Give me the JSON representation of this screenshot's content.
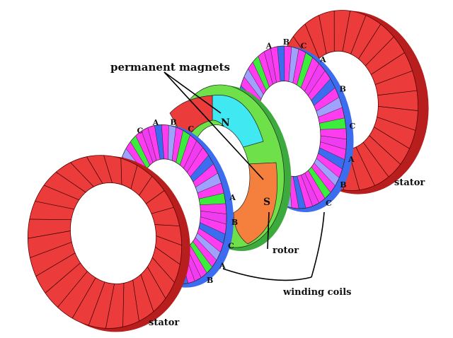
{
  "labels": {
    "permanent_magnets": "permanent magnets",
    "rotor": "rotor",
    "winding_coils": "winding coils",
    "stator_right": "stator",
    "stator_left": "stator",
    "pole_n": "N",
    "pole_s": "S"
  },
  "coil_phases": [
    "A",
    "B",
    "C"
  ],
  "colors": {
    "stator": "#ec3b3b",
    "stator_shade": "#b81e1e",
    "magnet_n": "#40e8f2",
    "magnet_s": "#f57f3c",
    "rotor_disc": "#6ee04a",
    "coil_a": "#3cee3c",
    "coil_b": "#f03cf0",
    "coil_c": "#3c6cf0",
    "coil_core": "#a0a0ff"
  }
}
